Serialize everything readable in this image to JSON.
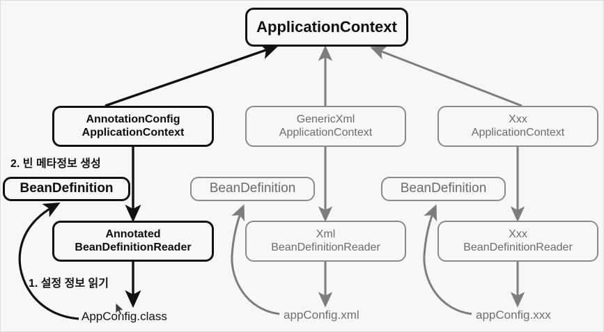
{
  "diagram": {
    "title": "ApplicationContext bean definition loading flow",
    "colors": {
      "background": "#f7f7f7",
      "border": "#dcdcdc",
      "emphasis": "#111111",
      "muted": "#6f6f6f",
      "muted_border": "#8a8a8a"
    },
    "root": {
      "label": "ApplicationContext"
    },
    "columns": [
      {
        "id": "annotation",
        "style": "emphasis",
        "context_line1": "AnnotationConfig",
        "context_line2": "ApplicationContext",
        "bean_definition": "BeanDefinition",
        "reader_line1": "Annotated",
        "reader_line2": "BeanDefinitionReader",
        "config_file": "AppConfig.class"
      },
      {
        "id": "genericxml",
        "style": "muted",
        "context_line1": "GenericXml",
        "context_line2": "ApplicationContext",
        "bean_definition": "BeanDefinition",
        "reader_line1": "Xml",
        "reader_line2": "BeanDefinitionReader",
        "config_file": "appConfig.xml"
      },
      {
        "id": "xxx",
        "style": "muted",
        "context_line1": "Xxx",
        "context_line2": "ApplicationContext",
        "bean_definition": "BeanDefinition",
        "reader_line1": "Xxx",
        "reader_line2": "BeanDefinitionReader",
        "config_file": "appConfig.xxx"
      }
    ],
    "annotations": {
      "step1": "1. 설정 정보 읽기",
      "step2": "2. 빈 메타정보 생성"
    },
    "cursor": {
      "name": "mouse-pointer"
    }
  }
}
